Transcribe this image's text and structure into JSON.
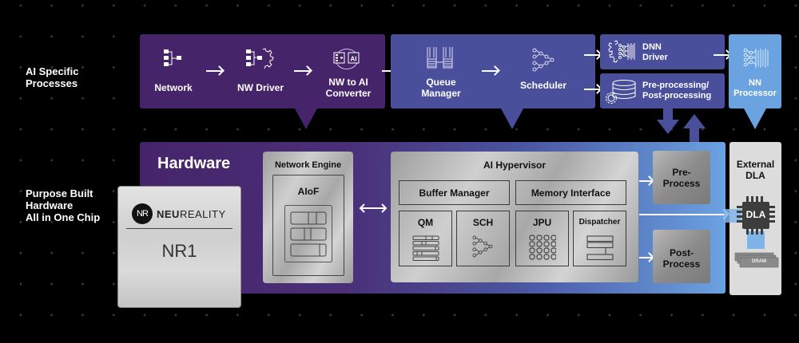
{
  "side_labels": {
    "ai_processes": [
      "AI Specific",
      "Processes"
    ],
    "hardware": [
      "Purpose Built",
      "Hardware",
      "All in One Chip"
    ]
  },
  "colors": {
    "background": "#000000",
    "purple_panel": "#45246a",
    "indigo_panel": "#4a4f9c",
    "light_blue_panel": "#6aa3e0",
    "metal": "#bdbdbd"
  },
  "ai_processes": {
    "network": {
      "label": "Network",
      "icon": "network-tree-icon"
    },
    "nw_driver": {
      "label": "NW Driver",
      "icon": "network-gear-icon"
    },
    "converter": {
      "label_lines": [
        "NW to AI",
        "Converter"
      ],
      "icon": "nw-to-ai-icon",
      "icon_text": "AI"
    },
    "queue_manager": {
      "label_lines": [
        "Queue",
        "Manager"
      ],
      "icon": "queue-icon"
    },
    "scheduler": {
      "label": "Scheduler",
      "icon": "scheduler-graph-icon"
    },
    "dnn_driver": {
      "label_lines": [
        "DNN",
        "Driver"
      ],
      "icon": "dnn-gear-icon"
    },
    "pre_post": {
      "label_lines": [
        "Pre-processing/",
        "Post-processing"
      ],
      "icon": "database-gear-icon"
    },
    "nn_processor": {
      "label_lines": [
        "NN",
        "Processor"
      ],
      "icon": "neural-net-icon"
    }
  },
  "hardware": {
    "title": "Hardware",
    "chip": {
      "brand_logo": "NR",
      "brand_name": "NEUREALITY",
      "brand_bold": "NEU",
      "brand_light": "REALITY",
      "model": "NR1"
    },
    "network_engine": {
      "title": "Network Engine",
      "sub": "AIoF"
    },
    "ai_hypervisor": {
      "title": "AI Hypervisor",
      "buffer_manager": "Buffer Manager",
      "memory_interface": "Memory Interface",
      "units": [
        "QM",
        "SCH",
        "JPU",
        "Dispatcher"
      ]
    },
    "pre_process": [
      "Pre-",
      "Process"
    ],
    "post_process": [
      "Post-",
      "Process"
    ],
    "external_dla": {
      "title_lines": [
        "External",
        "DLA"
      ],
      "chip_label": "DLA",
      "memory_label": "DRAM"
    }
  }
}
